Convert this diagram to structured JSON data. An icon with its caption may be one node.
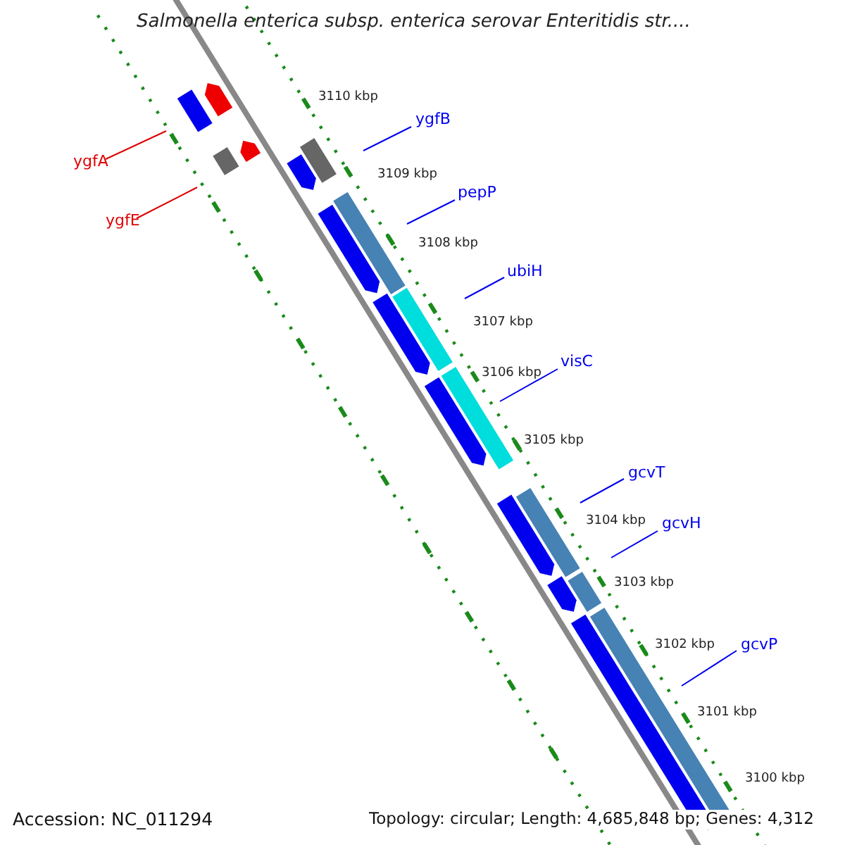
{
  "diagram": {
    "title": "Salmonella enterica subsp. enterica serovar Enteritidis str....",
    "nodes": [
      {
        "text": [
          "ygfA"
        ]
      },
      {
        "text": [
          "ygfE"
        ]
      },
      {
        "text": [
          "ygfB"
        ]
      },
      {
        "text": [
          "pepP"
        ]
      },
      {
        "text": [
          "ubiH"
        ]
      },
      {
        "text": [
          "visC"
        ]
      },
      {
        "text": [
          "gcvT"
        ]
      },
      {
        "text": [
          "gcvH"
        ]
      },
      {
        "text": [
          "gcvP"
        ]
      }
    ],
    "edges": [
      {
        "from": 0,
        "to": null,
        "arrow": "none",
        "color": "#e00000"
      },
      {
        "from": 1,
        "to": null,
        "arrow": "none",
        "color": "#e00000"
      },
      {
        "from": 2,
        "to": null,
        "arrow": "none"
      },
      {
        "from": 3,
        "to": null,
        "arrow": "none"
      },
      {
        "from": 4,
        "to": null,
        "arrow": "none"
      },
      {
        "from": 5,
        "to": null,
        "arrow": "none"
      },
      {
        "from": 6,
        "to": null,
        "arrow": "none"
      },
      {
        "from": 7,
        "to": null,
        "arrow": "none"
      },
      {
        "from": 8,
        "to": null,
        "arrow": "none"
      }
    ],
    "labels": [
      "3110 kbp",
      "3109 kbp",
      "3108 kbp",
      "3107 kbp",
      "3106 kbp",
      "3105 kbp",
      "3104 kbp",
      "3103 kbp",
      "3102 kbp",
      "3101 kbp",
      "3100 kbp",
      "Accession: NC_011294",
      "Topology: circular; Length: 4,685,848 bp; Genes: 4,312"
    ]
  }
}
